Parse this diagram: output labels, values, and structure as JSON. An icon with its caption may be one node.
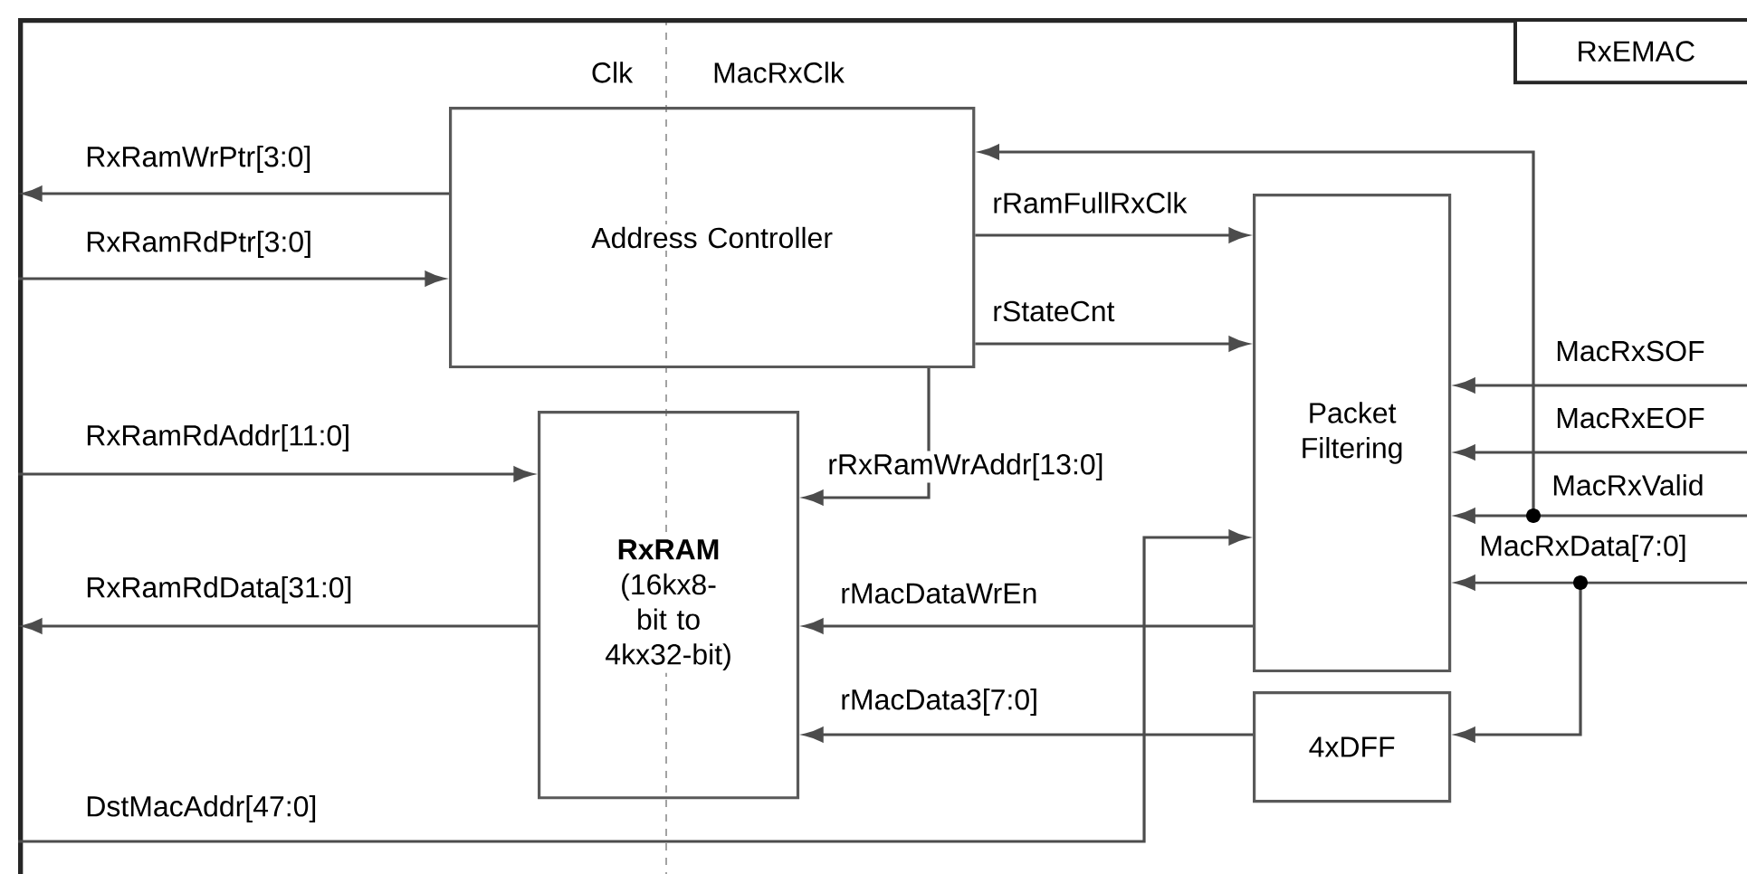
{
  "diagram": {
    "nodes": [
      {
        "text": [
          "RxEMAC"
        ]
      },
      {
        "text": [
          "Address Controller"
        ],
        "in": 0
      },
      {
        "text": [
          "RxRAM",
          "(16kx8-bit to 4kx32-bit)"
        ],
        "in": 0
      },
      {
        "text": [
          "Packet Filtering"
        ],
        "in": 0
      },
      {
        "text": [
          "4xDFF"
        ],
        "in": 0
      }
    ],
    "edges": [
      {
        "from": 1,
        "to": null,
        "arrow": "to",
        "label": "RxRamWrPtr[3:0]"
      },
      {
        "from": null,
        "to": 1,
        "arrow": "to",
        "label": "RxRamRdPtr[3:0]"
      },
      {
        "from": null,
        "to": 2,
        "arrow": "to",
        "label": "RxRamRdAddr[11:0]"
      },
      {
        "from": 2,
        "to": null,
        "arrow": "to",
        "label": "RxRamRdData[31:0]"
      },
      {
        "from": null,
        "to": 3,
        "arrow": "to",
        "label": "DstMacAddr[47:0]"
      },
      {
        "from": 1,
        "to": 3,
        "arrow": "to",
        "label": "rRamFullRxClk"
      },
      {
        "from": 1,
        "to": 3,
        "arrow": "to",
        "label": "rStateCnt"
      },
      {
        "from": 1,
        "to": 2,
        "arrow": "to",
        "label": "rRxRamWrAddr[13:0]"
      },
      {
        "from": 3,
        "to": 2,
        "arrow": "to",
        "label": "rMacDataWrEn"
      },
      {
        "from": 4,
        "to": 2,
        "arrow": "to",
        "label": "rMacData3[7:0]"
      },
      {
        "from": null,
        "to": 3,
        "arrow": "to",
        "label": "MacRxSOF"
      },
      {
        "from": null,
        "to": 3,
        "arrow": "to",
        "label": "MacRxEOF"
      },
      {
        "from": null,
        "to": 3,
        "arrow": "to",
        "label": "MacRxValid"
      },
      {
        "from": null,
        "to": 1,
        "arrow": "to"
      },
      {
        "from": null,
        "to": 3,
        "arrow": "to",
        "label": "MacRxData[7:0]"
      },
      {
        "from": null,
        "to": 4,
        "arrow": "to"
      }
    ],
    "labels": [
      "Clk",
      "MacRxClk"
    ]
  }
}
